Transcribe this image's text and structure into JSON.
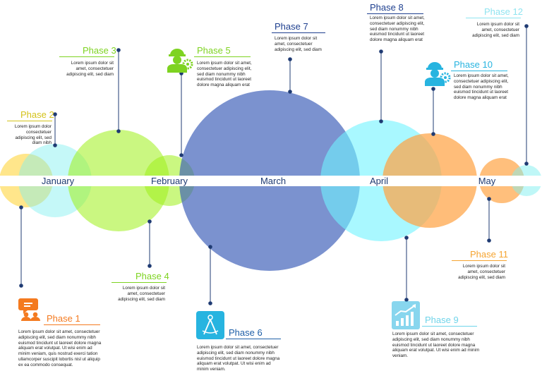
{
  "months": [
    "January",
    "February",
    "March",
    "April",
    "May"
  ],
  "colors": {
    "navy": "#1f3b73",
    "yellow": "#ffd84d",
    "aqua": "#7ff0f0",
    "lime": "#9ef01a",
    "blue": "#3d5fb8",
    "cyan": "#6ff3ff",
    "orange": "#ffa445",
    "phase_orange": "#f47a1f",
    "phase_lime": "#7ed321",
    "phase_blue": "#1e5fa8",
    "phase_cyan": "#27b4e0"
  },
  "phases": [
    {
      "title": "Phase 1",
      "text": "Lorem ipsum dolor sit amet, consectetuer adipiscing elit, sed diam nonummy nibh euismod tincidunt ut laoreet dolore magna aliquam erat volutpat. Ut wisi enim ad minim veniam, quis nostrud exerci tation ullamcorper suscipit lobortis nisl ut aliquip ex ea commodo consequat.",
      "icon": "chat-people-icon"
    },
    {
      "title": "Phase 2",
      "text": "Lorem ipsum dolor consectetuer adipiscing elit, sed diam nibh"
    },
    {
      "title": "Phase 3",
      "text": "Lorem ipsum dolor sit amet, consectetuer adipiscing elit, sed diam"
    },
    {
      "title": "Phase 4",
      "text": "Lorem ipsum dolor sit amet, consectetuer adipiscing elit, sed diam"
    },
    {
      "title": "Phase 5",
      "text": "Lorem ipsum dolor sit amet, consectetuer adipiscing elit, sed diam nonummy nibh euismod tincidunt ut laoreet dolore magna aliquam erat",
      "icon": "engineer-gear-icon"
    },
    {
      "title": "Phase 6",
      "text": "Lorem ipsum dolor sit amet, consectetuer adipiscing elit, sed diam nonummy nibh euismod tincidunt ut laoreet dolore magna aliquam erat volutpat. Ut wisi enim ad minim veniam.",
      "icon": "compass-icon"
    },
    {
      "title": "Phase 7",
      "text": "Lorem ipsum dolor sit amet, consectetuer adipiscing elit, sed diam"
    },
    {
      "title": "Phase 8",
      "text": "Lorem ipsum dolor sit amet, consectetuer adipiscing elit, sed diam nonummy nibh euismod tincidunt ut laoreet dolore magna aliquam erat"
    },
    {
      "title": "Phase 9",
      "text": "Lorem ipsum dolor sit amet, consectetuer adipiscing elit, sed diam nonummy nibh euismod tincidunt ut laoreet dolore magna aliquam erat volutpat. Ut wisi enim ad minim veniam.",
      "icon": "growth-chart-icon"
    },
    {
      "title": "Phase 10",
      "text": "Lorem ipsum dolor sit amet, consectetuer adipiscing elit, sed diam nonummy nibh euismod tincidunt ut laoreet dolore magna aliquam erat",
      "icon": "engineer-gear-icon"
    },
    {
      "title": "Phase 11",
      "text": "Lorem ipsum dolor sit amet, consectetuer adipiscing elit, sed diam"
    },
    {
      "title": "Phase 12",
      "text": "Lorem ipsum dolor sit amet, consectetuer adipiscing elit, sed diam"
    }
  ]
}
